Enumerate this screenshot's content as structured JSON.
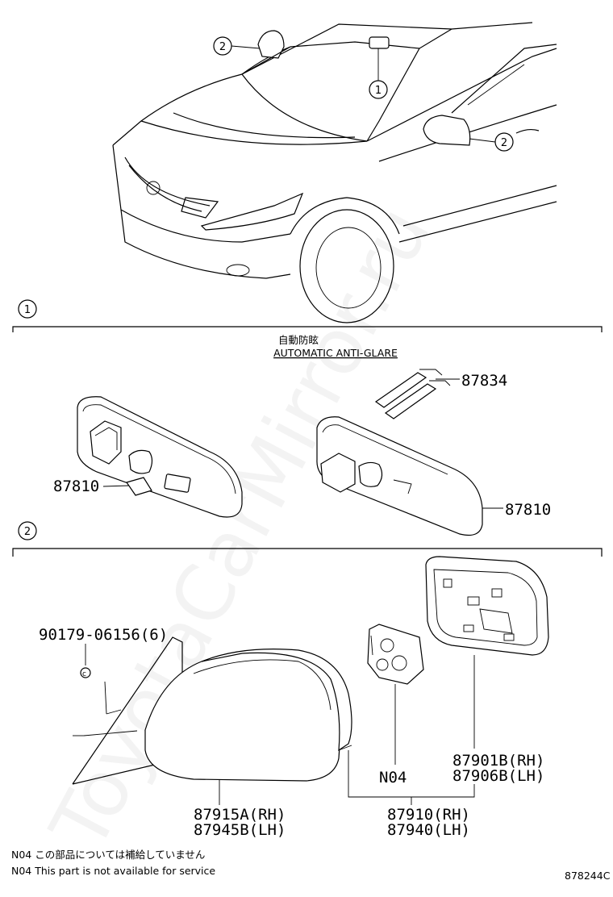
{
  "callouts": {
    "one": "1",
    "two": "2"
  },
  "section1": {
    "label_jp": "自動防眩",
    "label_en": "AUTOMATIC ANTI-GLARE"
  },
  "parts": {
    "p87834": "87834",
    "p87810_left": "87810",
    "p87810_right": "87810",
    "p90179": "90179-06156(6)",
    "n04": "N04",
    "p87901b": "87901B(RH)",
    "p87906b": "87906B(LH)",
    "p87915a": "87915A(RH)",
    "p87945b": "87945B(LH)",
    "p87910": "87910(RH)",
    "p87940": "87940(LH)"
  },
  "notes": {
    "jp": "N04 この部品については補給していません",
    "en": "N04 This part is not available for service"
  },
  "code": "878244C",
  "watermark": "ToyotaCarMirror.ru"
}
